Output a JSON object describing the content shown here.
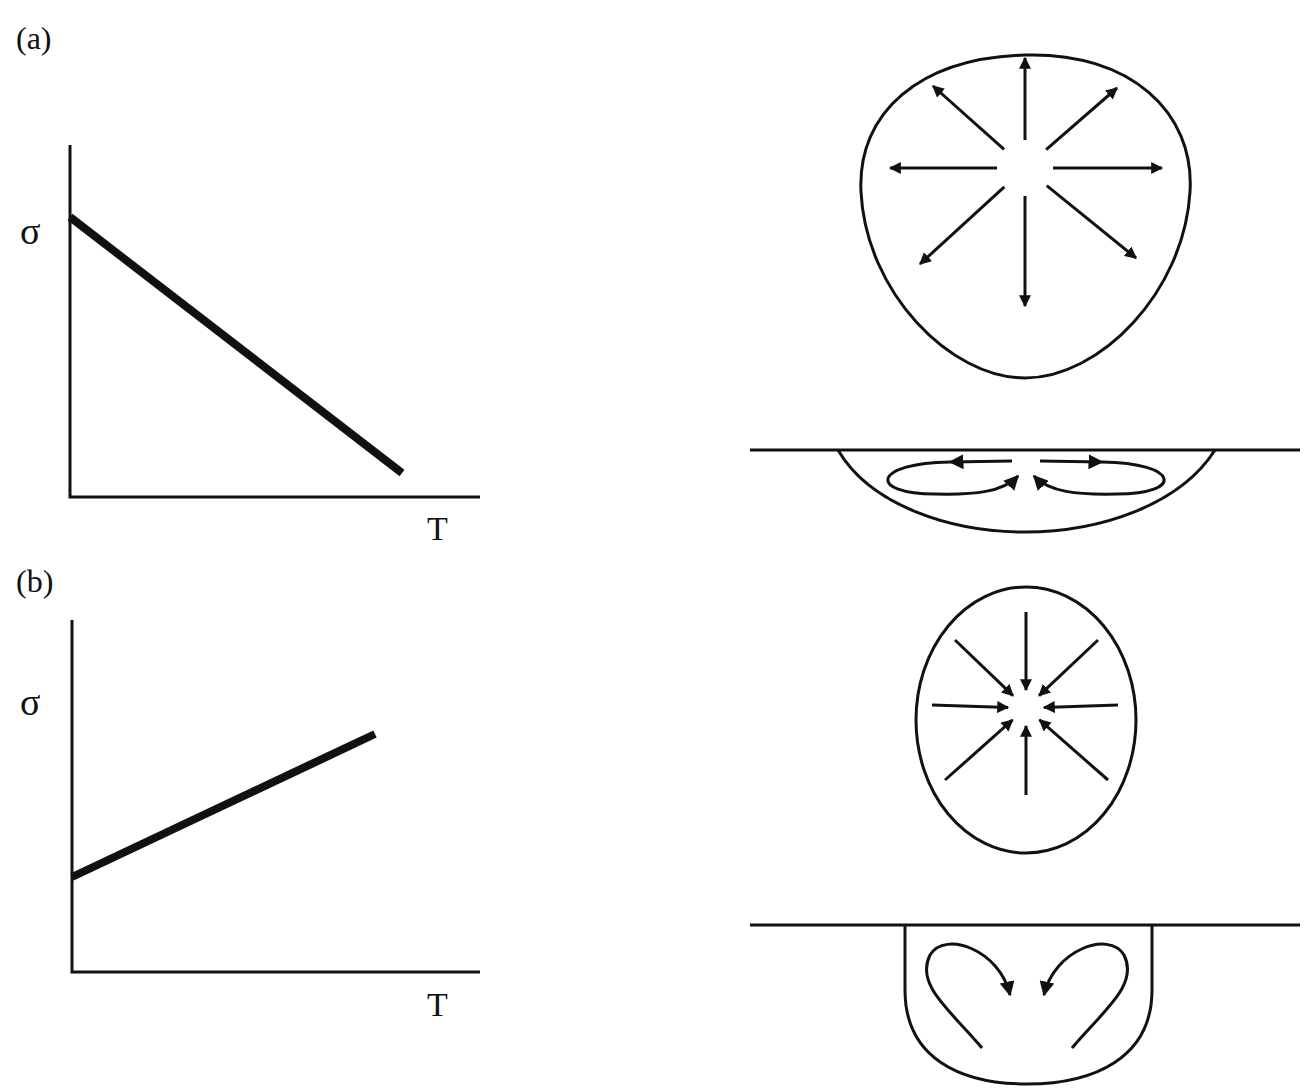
{
  "diagram": {
    "labels": [
      "(a)",
      "σ",
      "T",
      "(b)",
      "σ",
      "T"
    ]
  }
}
